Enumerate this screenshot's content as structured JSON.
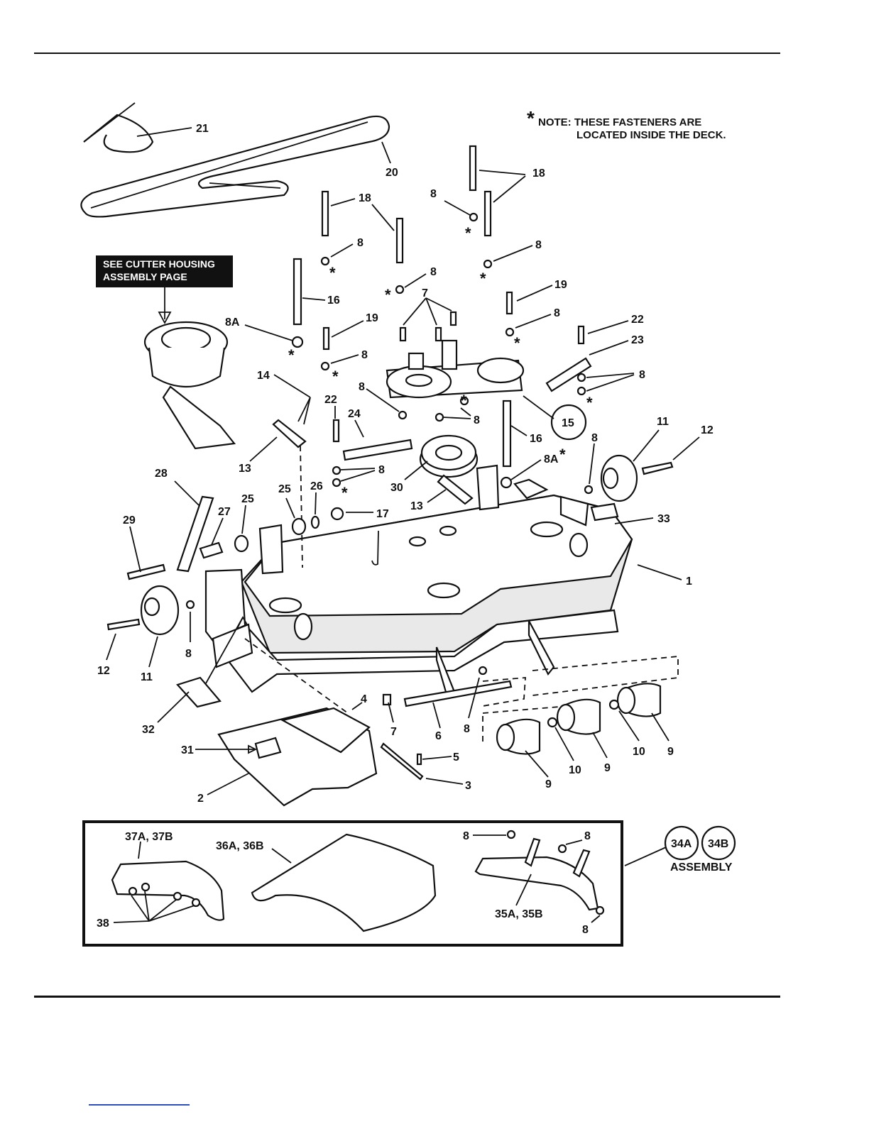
{
  "note": {
    "symbol": "*",
    "line1": "NOTE: THESE FASTENERS ARE",
    "line2": "LOCATED INSIDE THE DECK."
  },
  "callout_box": {
    "line1": "SEE CUTTER HOUSING",
    "line2": "ASSEMBLY PAGE"
  },
  "assembly": {
    "circle_a": "34A",
    "circle_b": "34B",
    "label": "ASSEMBLY"
  },
  "parts": {
    "p1": "1",
    "p2": "2",
    "p3": "3",
    "p4": "4",
    "p5": "5",
    "p6": "6",
    "p7": "7",
    "p8": "8",
    "p8a": "8A",
    "p9": "9",
    "p10": "10",
    "p11": "11",
    "p12": "12",
    "p13": "13",
    "p14": "14",
    "p15": "15",
    "p16": "16",
    "p17": "17",
    "p18": "18",
    "p19": "19",
    "p20": "20",
    "p21": "21",
    "p22": "22",
    "p23": "23",
    "p24": "24",
    "p25": "25",
    "p26": "26",
    "p27": "27",
    "p28": "28",
    "p29": "29",
    "p30": "30",
    "p31": "31",
    "p32": "32",
    "p33": "33",
    "p35": "35A, 35B",
    "p36": "36A, 36B",
    "p37": "37A, 37B",
    "p38": "38"
  },
  "colors": {
    "ink": "#111111",
    "footer_link": "#2b4fbf"
  }
}
